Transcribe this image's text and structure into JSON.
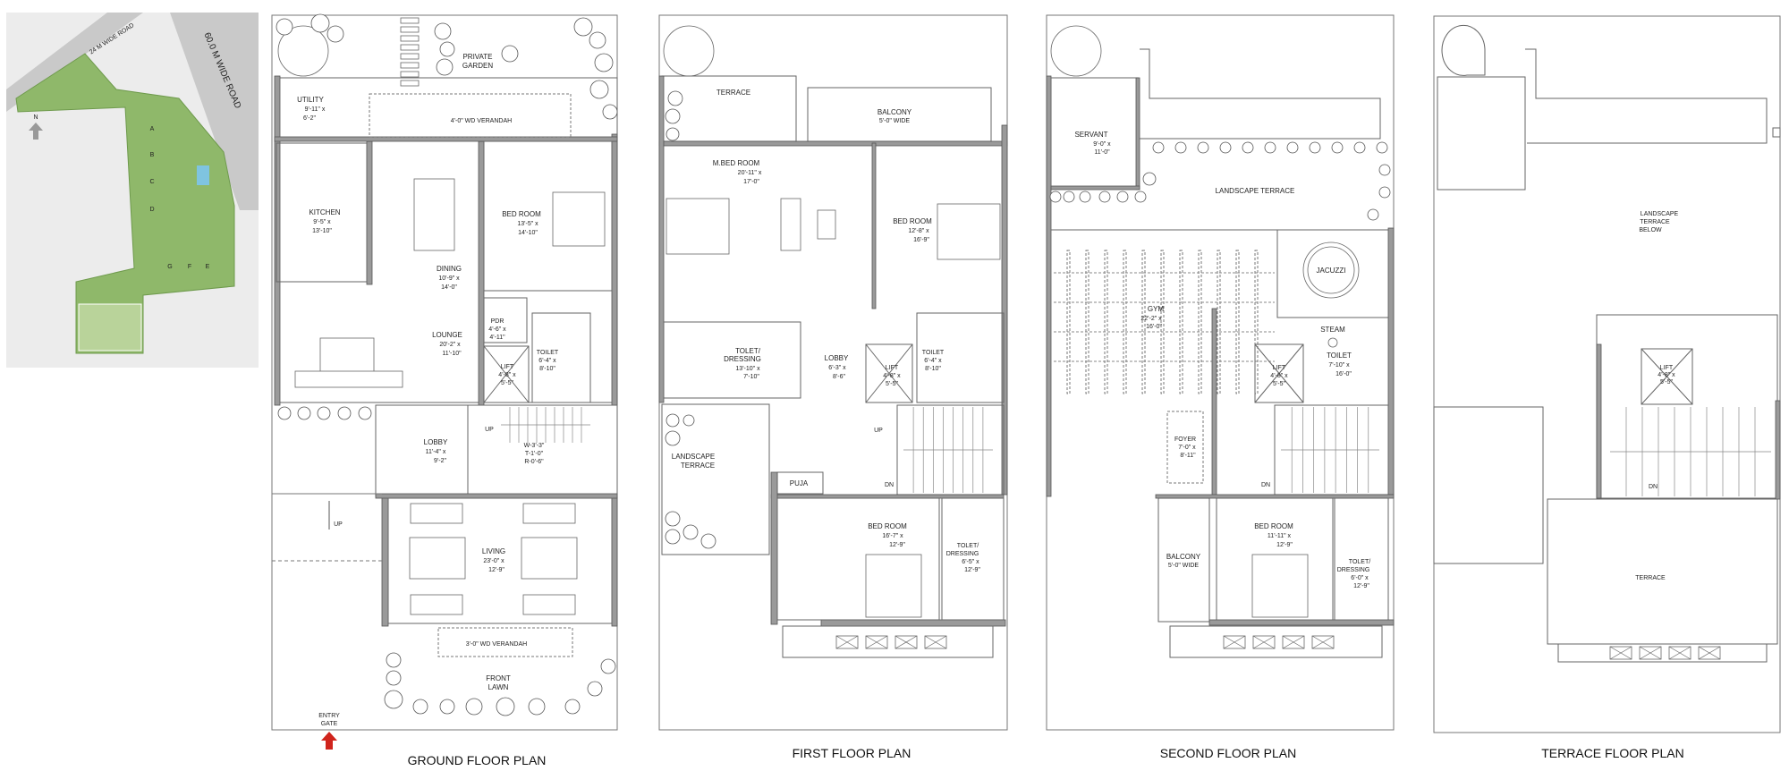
{
  "colors": {
    "wall": "#9a9a9a",
    "line": "#555555",
    "entry_arrow": "#d0241c",
    "site_green": "#8fb86a",
    "site_road": "#c9c9c9",
    "site_bg": "#ececec"
  },
  "icons": {
    "lift": "cross-box-icon",
    "shaft": "cross-box-icon",
    "tree": "tree-icon",
    "north": "north-arrow-icon",
    "entry": "arrow-up-icon",
    "spiral_stair": "spiral-stair-icon"
  },
  "site_plan": {
    "road_main": "60.0 M WIDE ROAD",
    "road_side": "24 M WIDE ROAD",
    "north": "N",
    "blocks": [
      "A",
      "B",
      "C",
      "D",
      "E",
      "F",
      "G"
    ]
  },
  "ground_floor": {
    "title": "GROUND FLOOR PLAN",
    "private_garden": [
      "PRIVATE",
      "GARDEN"
    ],
    "utility": [
      "UTILITY",
      "9'-11\" x",
      "6'-2\""
    ],
    "verandah_rear": "4'-0\" WD VERANDAH",
    "kitchen": [
      "KITCHEN",
      "9'-5\" x",
      "13'-10\""
    ],
    "dining": [
      "DINING",
      "10'-9\" x",
      "14'-0\""
    ],
    "bedroom": [
      "BED ROOM",
      "13'-5\" x",
      "14'-10\""
    ],
    "lounge": [
      "LOUNGE",
      "20'-2\" x",
      "11'-10\""
    ],
    "pdr": [
      "PDR",
      "4'-6\" x",
      "4'-11\""
    ],
    "toilet": [
      "TOILET",
      "6'-4\" x",
      "8'-10\""
    ],
    "lift": [
      "LIFT",
      "4'-8\" x",
      "5'-5\""
    ],
    "lobby": [
      "LOBBY",
      "11'-4\" x",
      "9'-2\""
    ],
    "stair_up": "UP",
    "stair_spec": [
      "W-3'-3\"",
      "T-1'-0\"",
      "R-0'-6\""
    ],
    "driveway_up": "UP",
    "living": [
      "LIVING",
      "23'-0\" x",
      "12'-9\""
    ],
    "verandah_front": "3'-0\" WD VERANDAH",
    "front_lawn": [
      "FRONT",
      "LAWN"
    ],
    "entry_gate": [
      "ENTRY",
      "GATE"
    ]
  },
  "first_floor": {
    "title": "FIRST FLOOR PLAN",
    "terrace": "TERRACE",
    "balcony": [
      "BALCONY",
      "5'-0\" WIDE"
    ],
    "master_bedroom": [
      "M.BED ROOM",
      "20'-11\" x",
      "17'-0\""
    ],
    "bedroom_2": [
      "BED ROOM",
      "12'-8\" x",
      "16'-9\""
    ],
    "toilet_dressing": [
      "TOLET/",
      "DRESSING",
      "13'-10\" x",
      "7'-10\""
    ],
    "lobby": [
      "LOBBY",
      "6'-3\" x",
      "8'-6\""
    ],
    "lift": [
      "LIFT",
      "4'-8\" x",
      "5'-5\""
    ],
    "toilet": [
      "TOILET",
      "6'-4\" x",
      "8'-10\""
    ],
    "landscape_terrace": [
      "LANDSCAPE",
      "TERRACE"
    ],
    "puja": "PUJA",
    "stair_up": "UP",
    "stair_dn": "DN",
    "bedroom_3": [
      "BED ROOM",
      "16'-7\" x",
      "12'-9\""
    ],
    "toilet_dressing_2": [
      "TOLET/",
      "DRESSING",
      "6'-5\" x",
      "12'-9\""
    ]
  },
  "second_floor": {
    "title": "SECOND FLOOR PLAN",
    "servant": [
      "SERVANT",
      "9'-0\" x",
      "11'-0\""
    ],
    "landscape_terrace": "LANDSCAPE TERRACE",
    "gym": [
      "GYM",
      "22'-2\" x",
      "16'-0\""
    ],
    "jacuzzi": "JACUZZI",
    "steam": "STEAM",
    "toilet": [
      "TOILET",
      "7'-10\" x",
      "16'-0\""
    ],
    "lift": [
      "LIFT",
      "4'-8\" x",
      "5'-5\""
    ],
    "foyer": [
      "FOYER",
      "7'-0\" x",
      "8'-11\""
    ],
    "stair_dn": "DN",
    "balcony": [
      "BALCONY",
      "5'-0\" WIDE"
    ],
    "bedroom": [
      "BED ROOM",
      "11'-11\" x",
      "12'-9\""
    ],
    "toilet_dressing": [
      "TOLET/",
      "DRESSING",
      "6'-0\" x",
      "12'-9\""
    ]
  },
  "terrace_floor": {
    "title": "TERRACE FLOOR PLAN",
    "landscape_below": [
      "LANDSCAPE",
      "TERRACE",
      "BELOW"
    ],
    "lift": [
      "LIFT",
      "4'-8\" x",
      "5'-5\""
    ],
    "stair_dn": "DN",
    "terrace": "TERRACE"
  }
}
